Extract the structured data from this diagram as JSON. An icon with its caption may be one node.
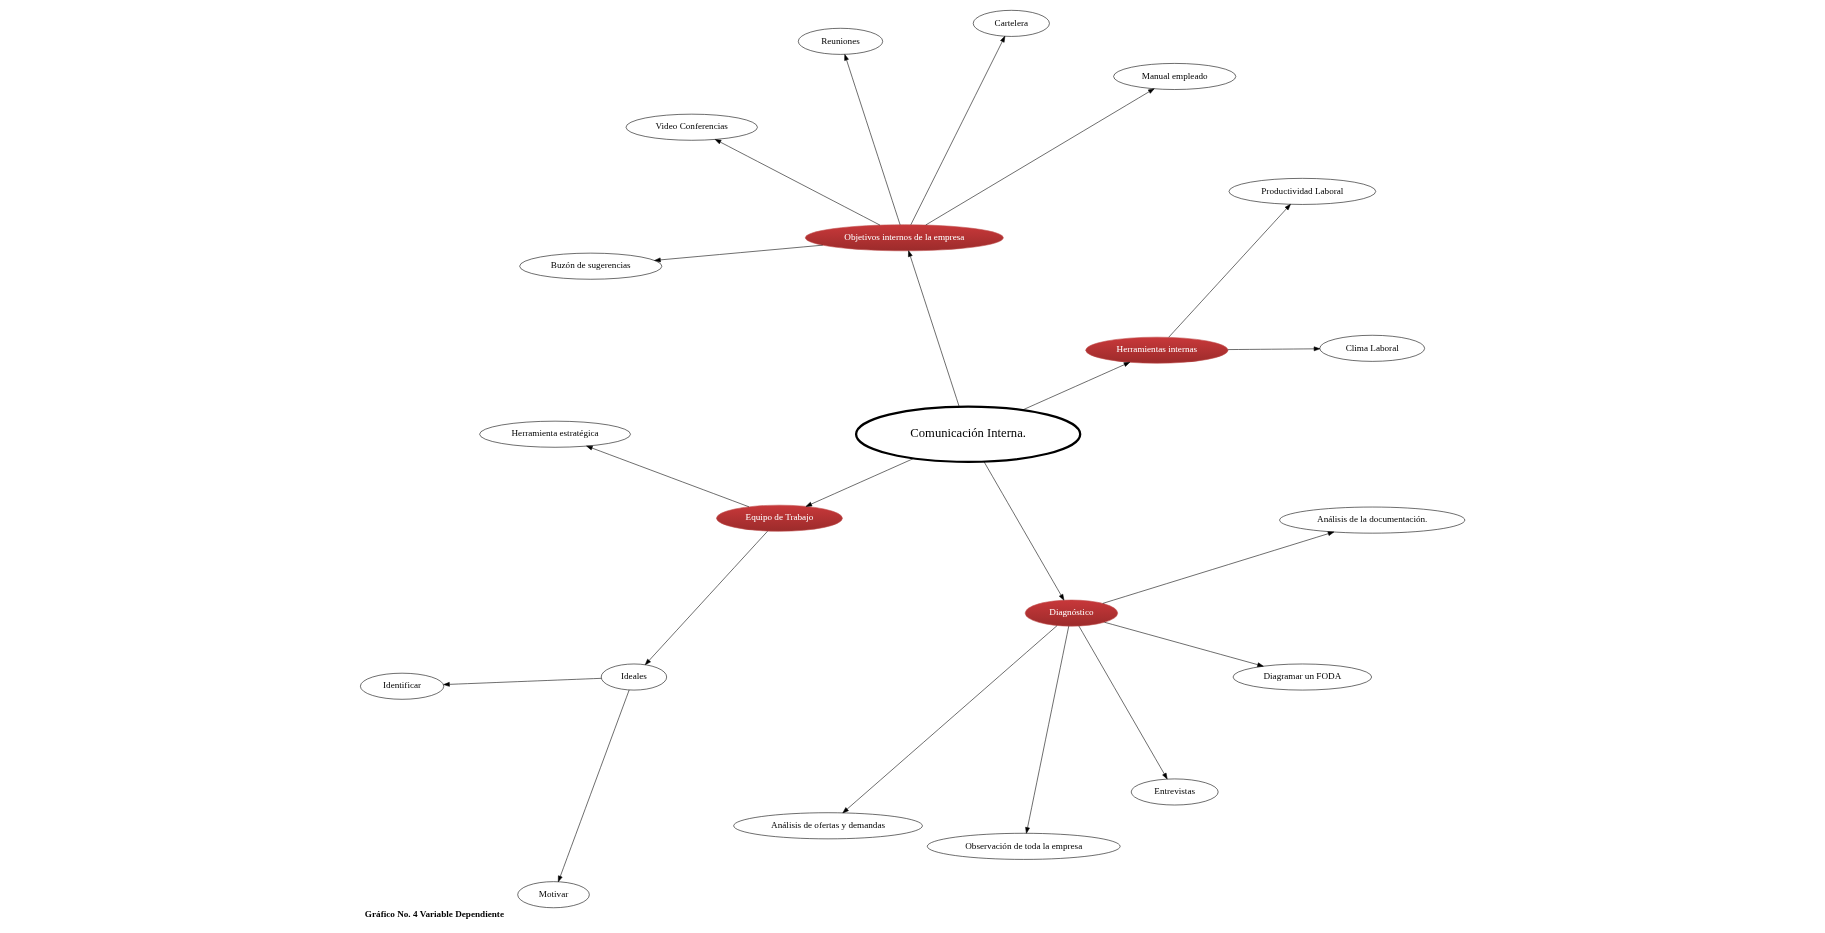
{
  "diagram": {
    "caption": "Gráfico No. 4 Variable Dependiente",
    "nodes": [
      {
        "text": [
          "Comunicación Interna."
        ]
      },
      {
        "text": [
          "Herramientas internas"
        ]
      },
      {
        "text": [
          "Clima Laboral"
        ]
      },
      {
        "text": [
          "Productividad Laboral"
        ]
      },
      {
        "text": [
          "Objetivos internos de la empresa"
        ]
      },
      {
        "text": [
          "Manual empleado"
        ]
      },
      {
        "text": [
          "Cartelera"
        ]
      },
      {
        "text": [
          "Reuniones"
        ]
      },
      {
        "text": [
          "Video Conferencias"
        ]
      },
      {
        "text": [
          "Buzón de sugerencias"
        ]
      },
      {
        "text": [
          "Equipo de Trabajo"
        ]
      },
      {
        "text": [
          "Herramienta estratégica"
        ]
      },
      {
        "text": [
          "Ideales"
        ]
      },
      {
        "text": [
          "Identificar"
        ]
      },
      {
        "text": [
          "Motivar"
        ]
      },
      {
        "text": [
          "Diagnóstico"
        ]
      },
      {
        "text": [
          "Análisis de ofertas y demandas"
        ]
      },
      {
        "text": [
          "Observación de toda la empresa"
        ]
      },
      {
        "text": [
          "Entrevistas"
        ]
      },
      {
        "text": [
          "Diagramar un FODA"
        ]
      },
      {
        "text": [
          "Análisis de la documentación."
        ]
      }
    ],
    "edges": [
      {
        "from": 0,
        "to": 1,
        "arrow": "to"
      },
      {
        "from": 0,
        "to": 4,
        "arrow": "to"
      },
      {
        "from": 0,
        "to": 10,
        "arrow": "to"
      },
      {
        "from": 0,
        "to": 15,
        "arrow": "to"
      },
      {
        "from": 1,
        "to": 2,
        "arrow": "to"
      },
      {
        "from": 1,
        "to": 3,
        "arrow": "to"
      },
      {
        "from": 4,
        "to": 5,
        "arrow": "to"
      },
      {
        "from": 4,
        "to": 6,
        "arrow": "to"
      },
      {
        "from": 4,
        "to": 7,
        "arrow": "to"
      },
      {
        "from": 4,
        "to": 8,
        "arrow": "to"
      },
      {
        "from": 4,
        "to": 9,
        "arrow": "to"
      },
      {
        "from": 10,
        "to": 11,
        "arrow": "to"
      },
      {
        "from": 10,
        "to": 12,
        "arrow": "to"
      },
      {
        "from": 12,
        "to": 13,
        "arrow": "to"
      },
      {
        "from": 12,
        "to": 14,
        "arrow": "to"
      },
      {
        "from": 15,
        "to": 16,
        "arrow": "to"
      },
      {
        "from": 15,
        "to": 17,
        "arrow": "to"
      },
      {
        "from": 15,
        "to": 18,
        "arrow": "to"
      },
      {
        "from": 15,
        "to": 19,
        "arrow": "to"
      },
      {
        "from": 15,
        "to": 20,
        "arrow": "to"
      }
    ]
  }
}
